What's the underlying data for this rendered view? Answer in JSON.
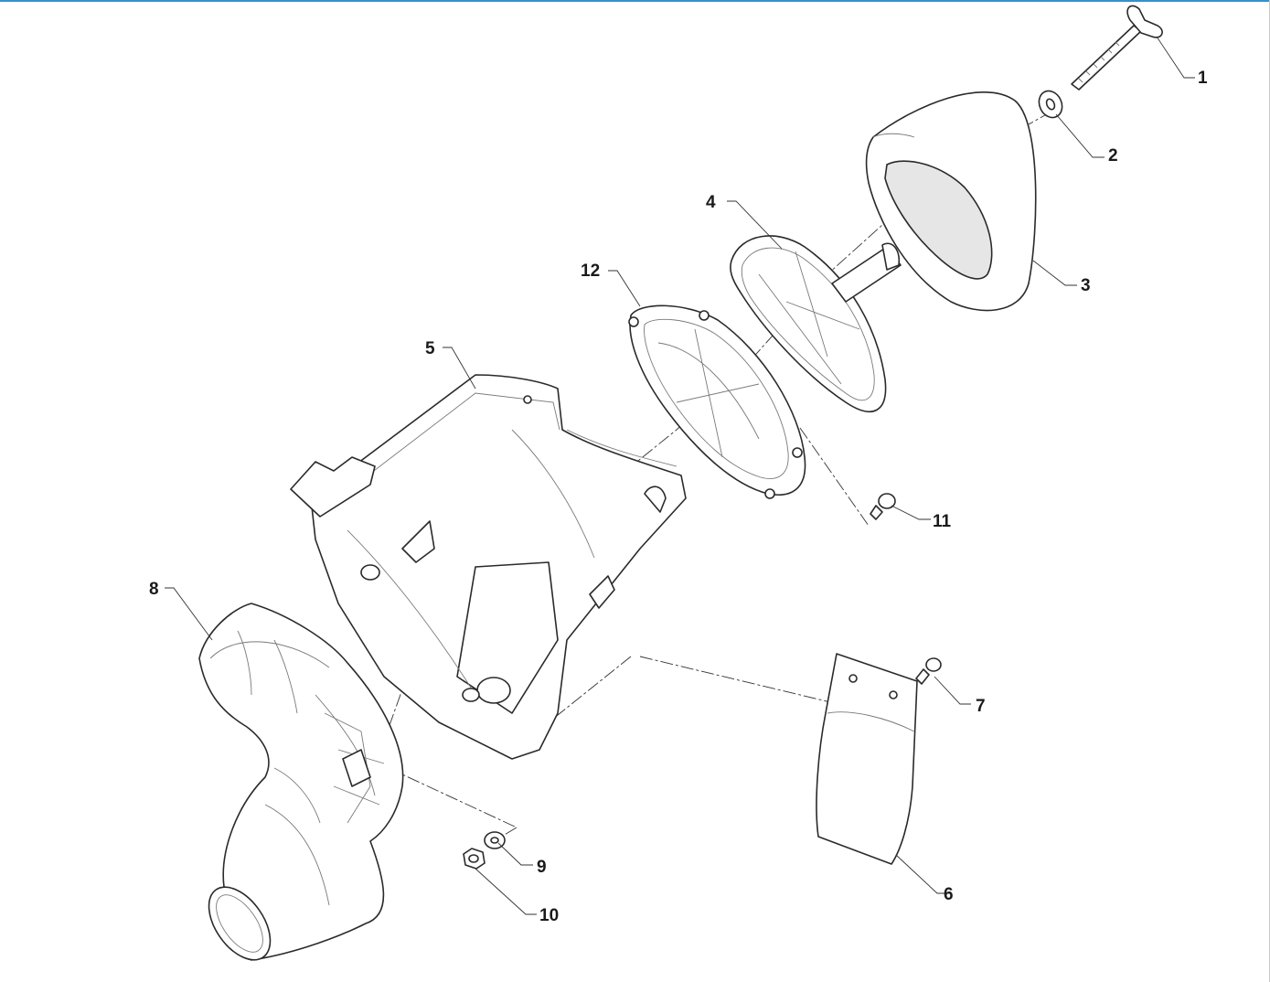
{
  "colors": {
    "accent_rule": "#3a8fc7",
    "ink": "#2a2a2a",
    "foam_fill": "#e6e6e6"
  },
  "callouts": [
    {
      "id": "1",
      "label": "1"
    },
    {
      "id": "2",
      "label": "2"
    },
    {
      "id": "3",
      "label": "3"
    },
    {
      "id": "4",
      "label": "4"
    },
    {
      "id": "5",
      "label": "5"
    },
    {
      "id": "6",
      "label": "6"
    },
    {
      "id": "7",
      "label": "7"
    },
    {
      "id": "8",
      "label": "8"
    },
    {
      "id": "9",
      "label": "9"
    },
    {
      "id": "10",
      "label": "10"
    },
    {
      "id": "11",
      "label": "11"
    },
    {
      "id": "12",
      "label": "12"
    }
  ]
}
